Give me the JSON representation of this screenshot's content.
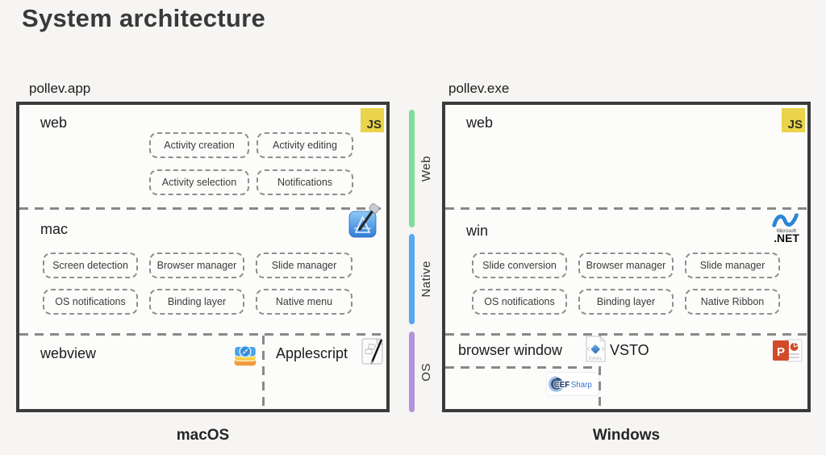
{
  "title": "System architecture",
  "legend": {
    "web_label": "Web",
    "native_label": "Native",
    "os_label": "OS",
    "colors": {
      "web": "#7fdd97",
      "native": "#57a7f2",
      "os": "#b592dc"
    }
  },
  "macos": {
    "app_label": "pollev.app",
    "platform_label": "macOS",
    "web_layer": {
      "label": "web",
      "js_badge": "JS",
      "chips": [
        "Activity creation",
        "Activity editing",
        "Activity selection",
        "Notifications"
      ]
    },
    "native_layer": {
      "label": "mac",
      "chips": [
        "Screen detection",
        "Browser manager",
        "Slide manager",
        "OS notifications",
        "Binding layer",
        "Native menu"
      ]
    },
    "os_layer": {
      "webview_label": "webview",
      "applescript_label": "Applescript"
    }
  },
  "windows": {
    "app_label": "pollev.exe",
    "platform_label": "Windows",
    "web_layer": {
      "label": "web",
      "js_badge": "JS"
    },
    "native_layer": {
      "label": "win",
      "chips": [
        "Slide conversion",
        "Browser manager",
        "Slide manager",
        "OS notifications",
        "Binding layer",
        "Native Ribbon"
      ],
      "dotnet_icon": {
        "microsoft": "Microsoft",
        "net": ".NET"
      }
    },
    "os_layer": {
      "browser_window_label": "browser window",
      "vsto_label": "VSTO",
      "xaml_icon_label": "XAML",
      "powerpoint_letter": "P",
      "cefsharp": {
        "cef": "CEF",
        "sharp": "Sharp"
      }
    }
  }
}
